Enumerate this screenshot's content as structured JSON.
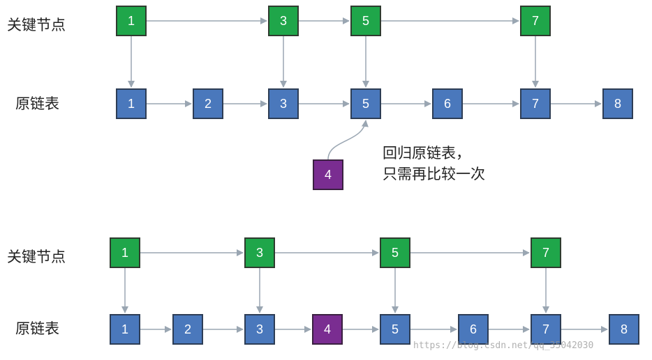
{
  "labels": {
    "key_nodes": "关键节点",
    "original_list": "原链表"
  },
  "note": {
    "line1": "回归原链表，",
    "line2": "只需再比较一次"
  },
  "watermark": "https://blog.csdn.net/qq_35042030",
  "colors": {
    "key_node": "#1fa64a",
    "list_node": "#4a78bc",
    "insert_node": "#7a2d91",
    "arrow": "#9aa6b2"
  },
  "top_diagram": {
    "key_nodes": [
      "1",
      "3",
      "5",
      "7"
    ],
    "list_nodes": [
      "1",
      "2",
      "3",
      "5",
      "6",
      "7",
      "8"
    ],
    "insert_node": "4"
  },
  "bottom_diagram": {
    "key_nodes": [
      "1",
      "3",
      "5",
      "7"
    ],
    "list_nodes": [
      "1",
      "2",
      "3",
      "4",
      "5",
      "6",
      "7",
      "8"
    ]
  }
}
